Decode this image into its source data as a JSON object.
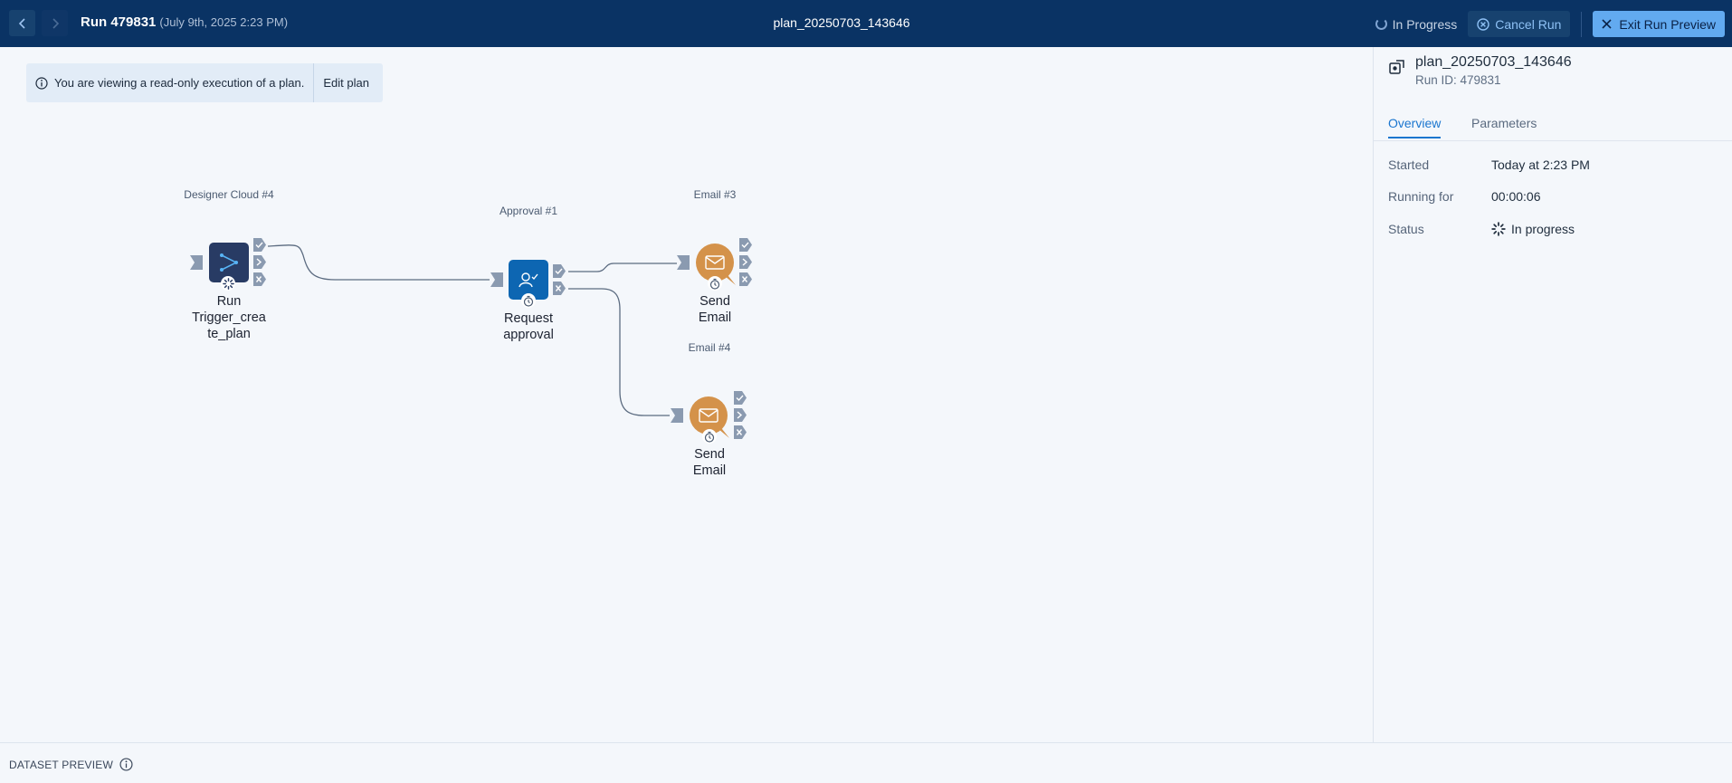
{
  "header": {
    "run_title": "Run 479831",
    "run_date": "(July 9th, 2025 2:23 PM)",
    "plan_name": "plan_20250703_143646",
    "status": "In Progress",
    "cancel_label": "Cancel Run",
    "exit_label": "Exit Run Preview"
  },
  "banner": {
    "message": "You are viewing a read-only execution of a plan.",
    "edit_label": "Edit plan"
  },
  "nodes": [
    {
      "caption": "Designer Cloud #4",
      "label": "Run Trigger_crea te_plan",
      "icon": "play-flow-icon"
    },
    {
      "caption": "Approval #1",
      "label": "Request approval",
      "icon": "approval-user-icon"
    },
    {
      "caption": "Email #3",
      "label": "Send Email",
      "icon": "mail-icon"
    },
    {
      "caption": "Email #4",
      "label": "Send Email",
      "icon": "mail-icon"
    }
  ],
  "panel": {
    "plan_name": "plan_20250703_143646",
    "run_id": "Run ID: 479831",
    "tabs": [
      "Overview",
      "Parameters"
    ],
    "rows": [
      {
        "key": "Started",
        "value": "Today at 2:23 PM"
      },
      {
        "key": "Running for",
        "value": "00:00:06"
      },
      {
        "key": "Status",
        "value": "In progress"
      }
    ]
  },
  "footer": {
    "dataset_preview": "DATASET PREVIEW"
  },
  "colors": {
    "topbar": "#0a3364",
    "accent": "#1b76cf",
    "email_node": "#d4924a",
    "approval_node": "#0d66b2",
    "designer_node": "#283b64"
  }
}
